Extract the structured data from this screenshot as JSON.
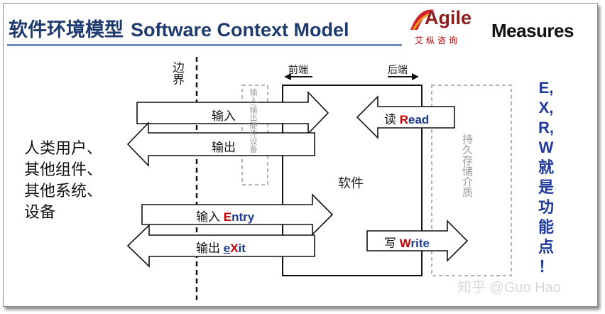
{
  "title": {
    "cn": "软件环境模型",
    "en": "Software Context Model"
  },
  "logos": {
    "agile_word": "Agile",
    "agile_sub": "艾纵咨询",
    "measures": "Measures"
  },
  "labels": {
    "boundary": "边界",
    "users": [
      "人类用户、",
      "其他组件、",
      "其他系统、",
      "设备"
    ],
    "front_end": "前端",
    "back_end": "后端",
    "software": "软件",
    "hw_device": "输入/输出硬件设备",
    "storage": "持久存储介质"
  },
  "arrows": {
    "input": "输入",
    "output": "输出",
    "entry_prefix": "输入 ",
    "entry_letter": "E",
    "entry_rest": "ntry",
    "exit_prefix": "输出 ",
    "exit_e": "e",
    "exit_x": "X",
    "exit_rest": "it",
    "read_prefix": "读 ",
    "read_letter": "R",
    "read_rest": "ead",
    "write_prefix": "写 ",
    "write_letter": "W",
    "write_rest": "rite"
  },
  "exrw": [
    "E,",
    "X,",
    "R,",
    "W",
    "就",
    "是",
    "功",
    "能",
    "点",
    "！"
  ],
  "watermark": "知乎 @Guo Hao",
  "colors": {
    "title": "#1f3a6e",
    "highlight": "#c00000",
    "exrw": "#1f3a9a"
  }
}
